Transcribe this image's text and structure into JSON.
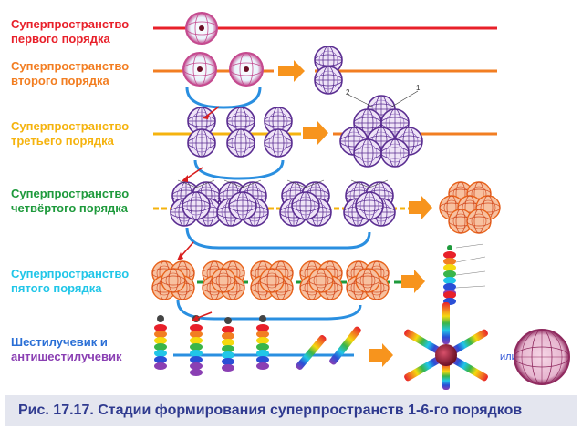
{
  "labels": {
    "level1": {
      "line1": "Суперпространство",
      "line2": "первого порядка",
      "first_letter_color": "#e8202a",
      "color": "#e8202a"
    },
    "level2": {
      "line1": "Суперпространство",
      "line2": "второго порядка",
      "color": "#f27e22"
    },
    "level3": {
      "line1": "Суперпространство",
      "line2": "третьего порядка",
      "color": "#f5b30e"
    },
    "level4": {
      "line1": "Суперпространство",
      "line2": "четвёртого порядка",
      "color": "#1e9a3c"
    },
    "level5": {
      "line1": "Суперпространство",
      "line2": "пятого порядка",
      "color": "#21c6e8"
    },
    "level6": {
      "line1": "Шестилучевик  и",
      "line2": "антишестилучевик",
      "color1": "#2a6fd6",
      "color2": "#8a3fb3"
    }
  },
  "annotations": {
    "or_word": "или",
    "node_number_left": "2",
    "node_number_right": "1"
  },
  "caption": {
    "text": "Рис. 17.17. Стадии формирования суперпространств 1-6-го порядков",
    "color": "#2f3a8f",
    "background": "#e4e6ef"
  },
  "colors": {
    "line_red": "#e8202a",
    "line_orange": "#f27e22",
    "line_yellow": "#f5b30e",
    "line_green": "#1e9a3c",
    "line_cyan": "#21c6e8",
    "line_blue": "#2a8fe0",
    "arrow_orange": "#f7941d",
    "arrow_red": "#d91e1e",
    "sphere_purple": "#5a2d91",
    "sphere_orange": "#e8621a"
  }
}
